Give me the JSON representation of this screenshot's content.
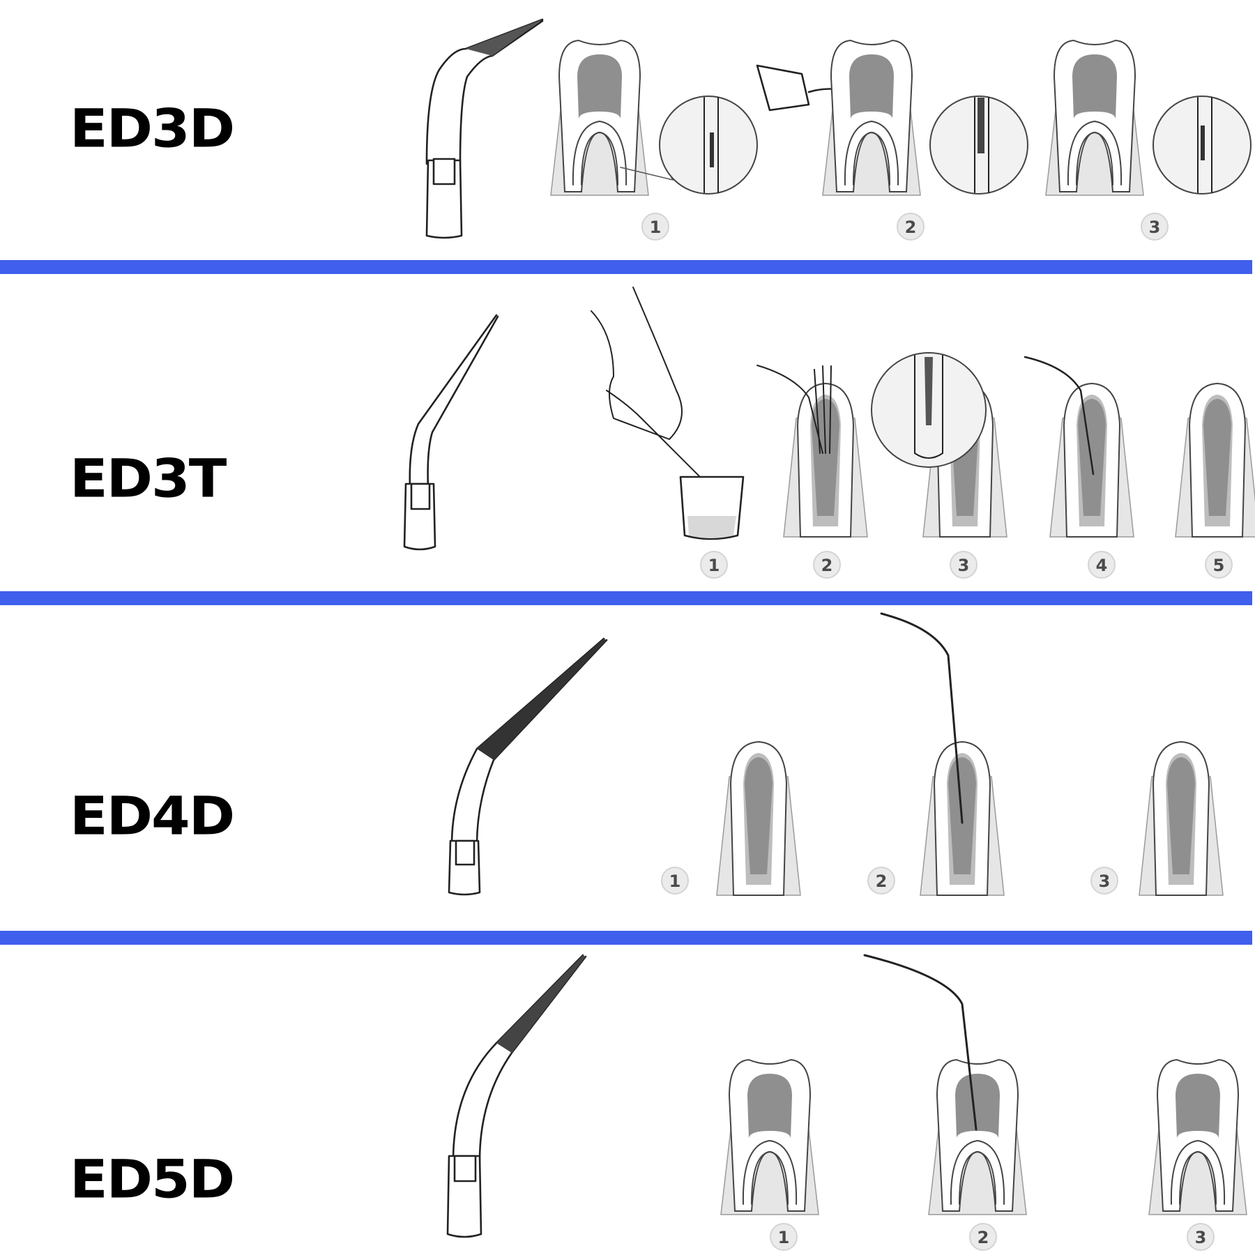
{
  "colors": {
    "divider": "#3f5fec",
    "ink": "#222222",
    "number_badge": "#ebebeb"
  },
  "sections": [
    {
      "model": "ED3D",
      "steps": [
        "1",
        "2",
        "3"
      ]
    },
    {
      "model": "ED3T",
      "steps": [
        "1",
        "2",
        "3",
        "4",
        "5"
      ]
    },
    {
      "model": "ED4D",
      "steps": [
        "1",
        "2",
        "3"
      ]
    },
    {
      "model": "ED5D",
      "steps": [
        "1",
        "2",
        "3"
      ]
    }
  ]
}
